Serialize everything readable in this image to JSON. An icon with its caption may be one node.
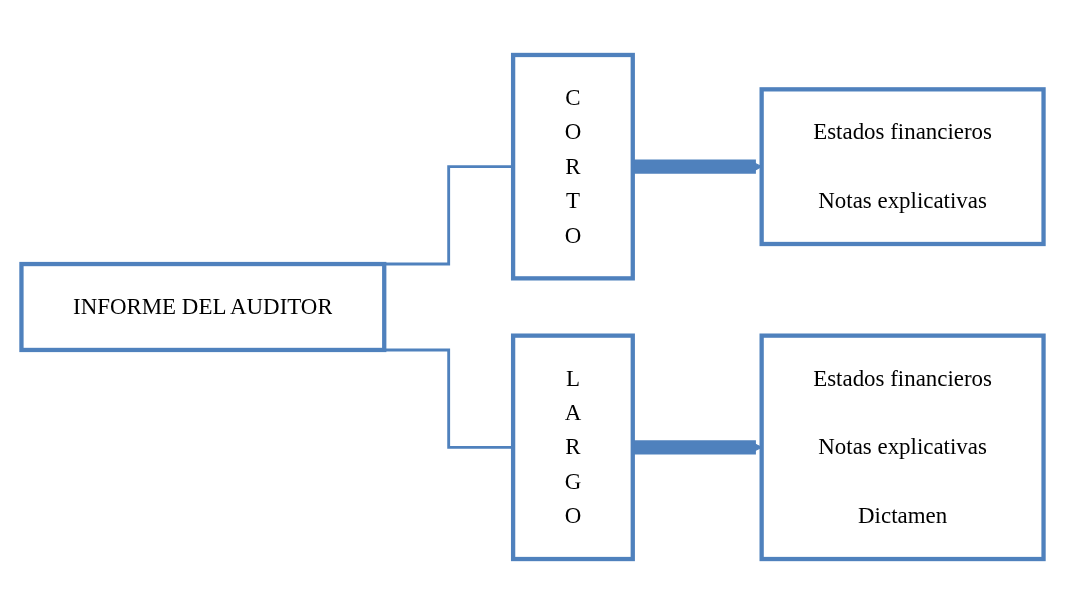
{
  "diagram": {
    "nodes": [
      {
        "text": [
          "INFORME DEL AUDITOR"
        ]
      },
      {
        "text": [
          "CORTO"
        ]
      },
      {
        "text": [
          "Estados financieros",
          "Notas explicativas"
        ]
      },
      {
        "text": [
          "LARGO"
        ]
      },
      {
        "text": [
          "Estados financieros",
          "Notas explicativas",
          "Dictamen"
        ]
      }
    ],
    "edges": [
      {
        "from": 0,
        "to": 1,
        "arrow": "none"
      },
      {
        "from": 1,
        "to": 2,
        "arrow": "to",
        "style": "thick"
      },
      {
        "from": 0,
        "to": 3,
        "arrow": "none"
      },
      {
        "from": 3,
        "to": 4,
        "arrow": "to",
        "style": "thick"
      }
    ]
  }
}
